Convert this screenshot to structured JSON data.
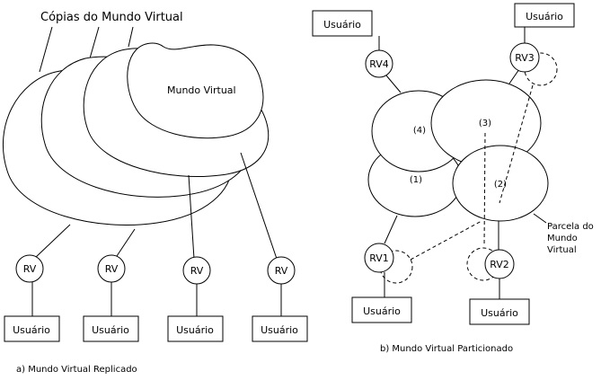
{
  "left": {
    "title": "Cópias do Mundo Virtual",
    "world_label": "Mundo Virtual",
    "nodes": [
      "RV",
      "RV",
      "RV",
      "RV"
    ],
    "users": [
      "Usuário",
      "Usuário",
      "Usuário",
      "Usuário"
    ],
    "caption": "a) Mundo Virtual Replicado"
  },
  "right": {
    "users": {
      "top_left": "Usuário",
      "top_right": "Usuário",
      "bottom_left": "Usuário",
      "bottom_right": "Usuário"
    },
    "nodes": {
      "rv4": "RV4",
      "rv3": "RV3",
      "rv1": "RV1",
      "rv2": "RV2"
    },
    "parcels": {
      "p4": "(4)",
      "p3": "(3)",
      "p1": "(1)",
      "p2": "(2)"
    },
    "parcel_note": [
      "Parcela do",
      "Mundo",
      "Virtual"
    ],
    "caption": "b) Mundo Virtual Particionado"
  }
}
